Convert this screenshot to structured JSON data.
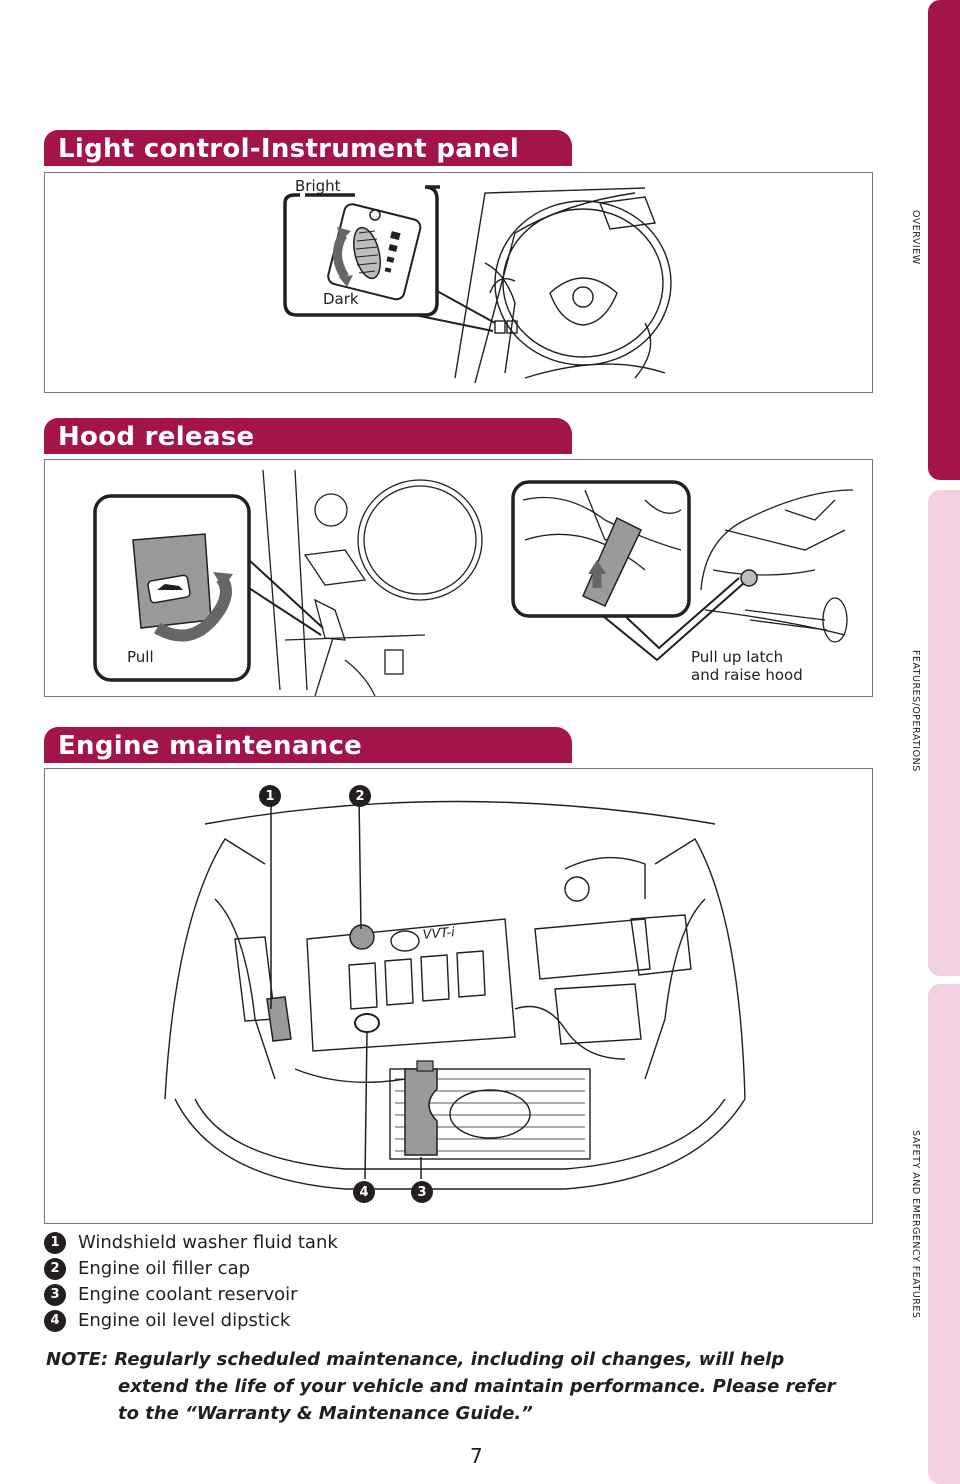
{
  "sidebar": {
    "tab1": "OVERVIEW",
    "tab2": "FEATURES/OPERATIONS",
    "tab3": "SAFETY AND EMERGENCY FEATURES"
  },
  "sections": {
    "light": {
      "title": "Light control-Instrument panel",
      "bright": "Bright",
      "dark": "Dark"
    },
    "hood": {
      "title": "Hood release",
      "pull": "Pull",
      "latch_line1": "Pull up latch",
      "latch_line2": "and raise hood"
    },
    "engine": {
      "title": "Engine maintenance"
    }
  },
  "callouts": [
    "1",
    "2",
    "3",
    "4"
  ],
  "legend": [
    {
      "num": "1",
      "text": "Windshield washer fluid tank"
    },
    {
      "num": "2",
      "text": "Engine oil filler cap"
    },
    {
      "num": "3",
      "text": "Engine coolant reservoir"
    },
    {
      "num": "4",
      "text": "Engine oil level dipstick"
    }
  ],
  "note": {
    "line1": "NOTE: Regularly scheduled maintenance, including oil changes, will help",
    "line2": "extend the life of your vehicle and maintain performance. Please refer",
    "line3": "to the “Warranty & Maintenance Guide.”"
  },
  "page_number": "7",
  "engine_cover_text": "VVT-i",
  "colors": {
    "accent": "#a3154a",
    "tab_light": "#f3cfe2",
    "ink": "#231f20"
  }
}
